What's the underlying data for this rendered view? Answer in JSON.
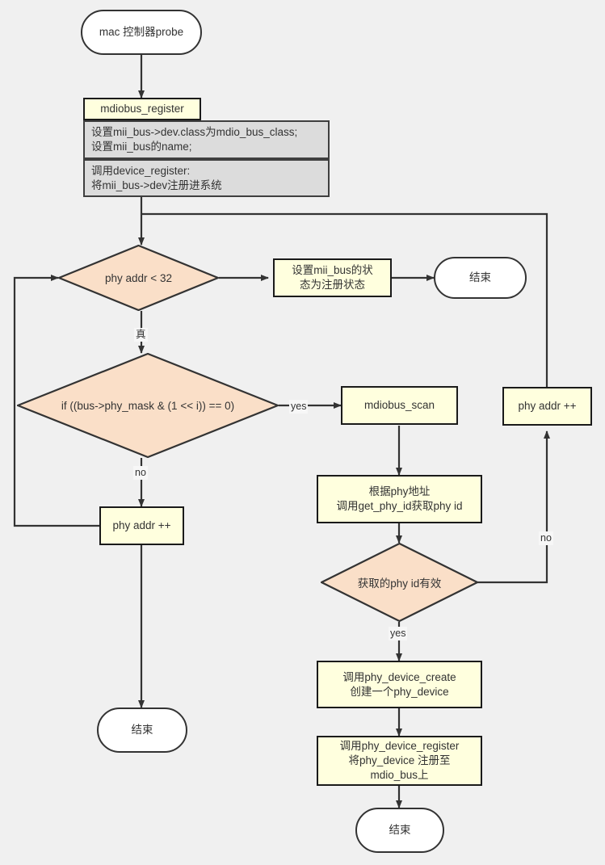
{
  "diagram": {
    "title": "mdiobus_register flowchart",
    "background_color": "#f0f0f0",
    "colors": {
      "process_fill": "#ffffde",
      "decision_fill": "#fadfc8",
      "detail_fill": "#dcdcdc",
      "terminal_fill": "#ffffff",
      "stroke": "#333333",
      "text": "#333333"
    }
  },
  "nodes": {
    "start": "mac 控制器probe",
    "mdiobus_register": "mdiobus_register",
    "detail_1": "设置mii_bus->dev.class为mdio_bus_class;\n设置mii_bus的name;",
    "detail_2": "调用device_register:\n将mii_bus->dev注册进系统",
    "decision_addr": "phy addr < 32",
    "set_state": "设置mii_bus的状\n态为注册状态",
    "end_top_right": "结束",
    "decision_mask": "if ((bus->phy_mask & (1 << i)) == 0)",
    "mdiobus_scan": "mdiobus_scan",
    "phy_addr_inc_right": "phy addr ++",
    "phy_addr_inc_left": "phy addr ++",
    "get_phy_id": "根据phy地址\n调用get_phy_id获取phy id",
    "decision_phy_id": "获取的phy id有效",
    "phy_device_create": "调用phy_device_create\n创建一个phy_device",
    "phy_device_register": "调用phy_device_register\n将phy_device 注册至\nmdio_bus上",
    "end_bottom_left": "结束",
    "end_bottom_right": "结束"
  },
  "edge_labels": {
    "addr_true": "真",
    "mask_yes": "yes",
    "mask_no": "no",
    "phy_id_yes": "yes",
    "phy_id_no": "no"
  }
}
